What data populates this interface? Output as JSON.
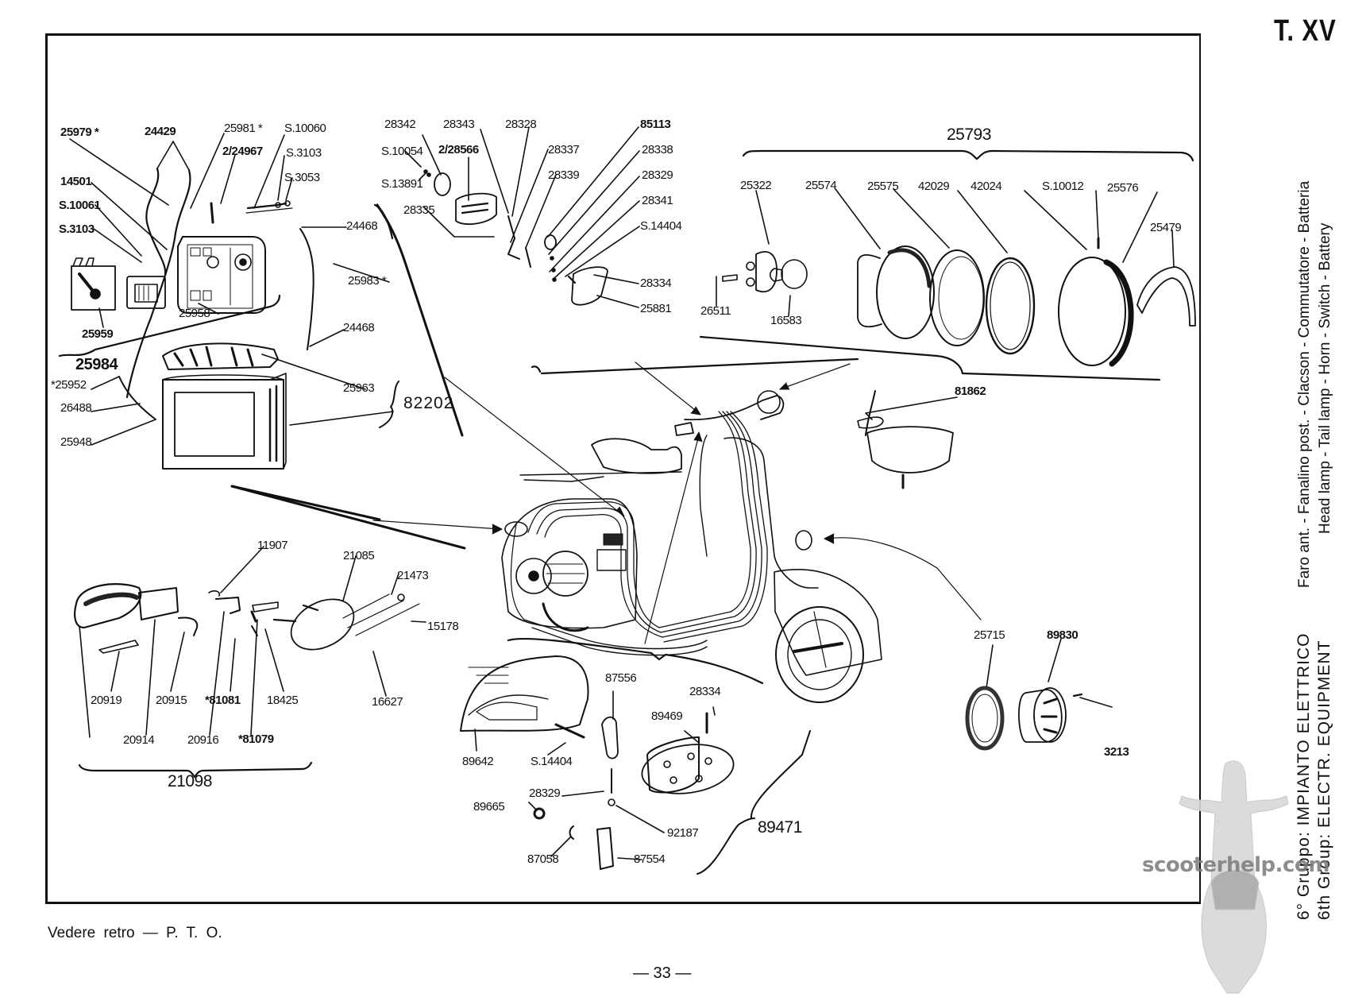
{
  "page": {
    "plate_id": "T. XV",
    "page_number": "— 33 —",
    "footer_note": "Vedere retro — P. T. O.",
    "watermark": "scooterhelp.com"
  },
  "side_captions": {
    "components_it": "Faro ant. - Fanalino post. - Clacson - Commutatore - Batteria",
    "components_en": "Head lamp - Tail lamp - Horn - Switch - Battery",
    "group_it": "6° Gruppo:   IMPIANTO ELETTRICO",
    "group_en": "6th Group:   ELECTR. EQUIPMENT"
  },
  "assemblies": {
    "battery_box": "25984",
    "battery_set": "82202",
    "headlamp": "25793",
    "tail_lamp": "21098",
    "switch": "89471"
  },
  "parts": {
    "battery_group": [
      "25979 *",
      "24429",
      "25981 *",
      "S.10060",
      "2/24967",
      "S.3103",
      "S.3053",
      "14501",
      "S.10061",
      "S.3103",
      "24468",
      "25983 *",
      "25958",
      "25959",
      "24468",
      "*25952",
      "26488",
      "25948",
      "25963"
    ],
    "switch_top_group": [
      "28342",
      "28343",
      "28328",
      "85113",
      "S.10054",
      "2/28566",
      "28337",
      "28338",
      "S.13891",
      "28339",
      "28329",
      "28335",
      "28341",
      "S.14404",
      "28334",
      "25881"
    ],
    "headlamp_group": [
      "25322",
      "25574",
      "25575",
      "42029",
      "42024",
      "S.10012",
      "25576",
      "25479",
      "26511",
      "16583"
    ],
    "horn_group": [
      "81862",
      "25715",
      "89830",
      "3213"
    ],
    "tail_lamp_group": [
      "11907",
      "21085",
      "21473",
      "15178",
      "20919",
      "20915",
      "*81081",
      "18425",
      "16627",
      "20914",
      "20916",
      "*81079"
    ],
    "switch_bottom_group": [
      "87556",
      "28334",
      "89469",
      "89642",
      "S.14404",
      "28329",
      "89665",
      "92187",
      "87058",
      "87554"
    ]
  }
}
